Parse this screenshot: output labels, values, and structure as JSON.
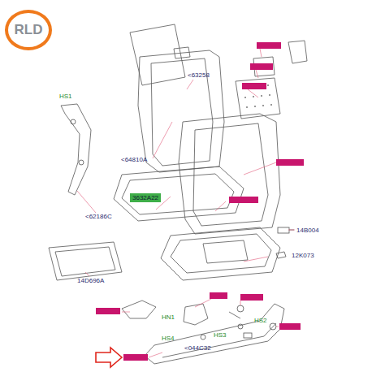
{
  "diagram": {
    "nodes": [
      {
        "text": [
          "RLD"
        ]
      },
      {
        "text": [
          "3632A22"
        ]
      }
    ],
    "labels": [
      "<63258",
      "HS1",
      "<64810A",
      "<62186C",
      "14D696A",
      "14B004",
      "12K073",
      "HN1",
      "HS2",
      "HS4",
      "HS3",
      "<044C32"
    ]
  }
}
